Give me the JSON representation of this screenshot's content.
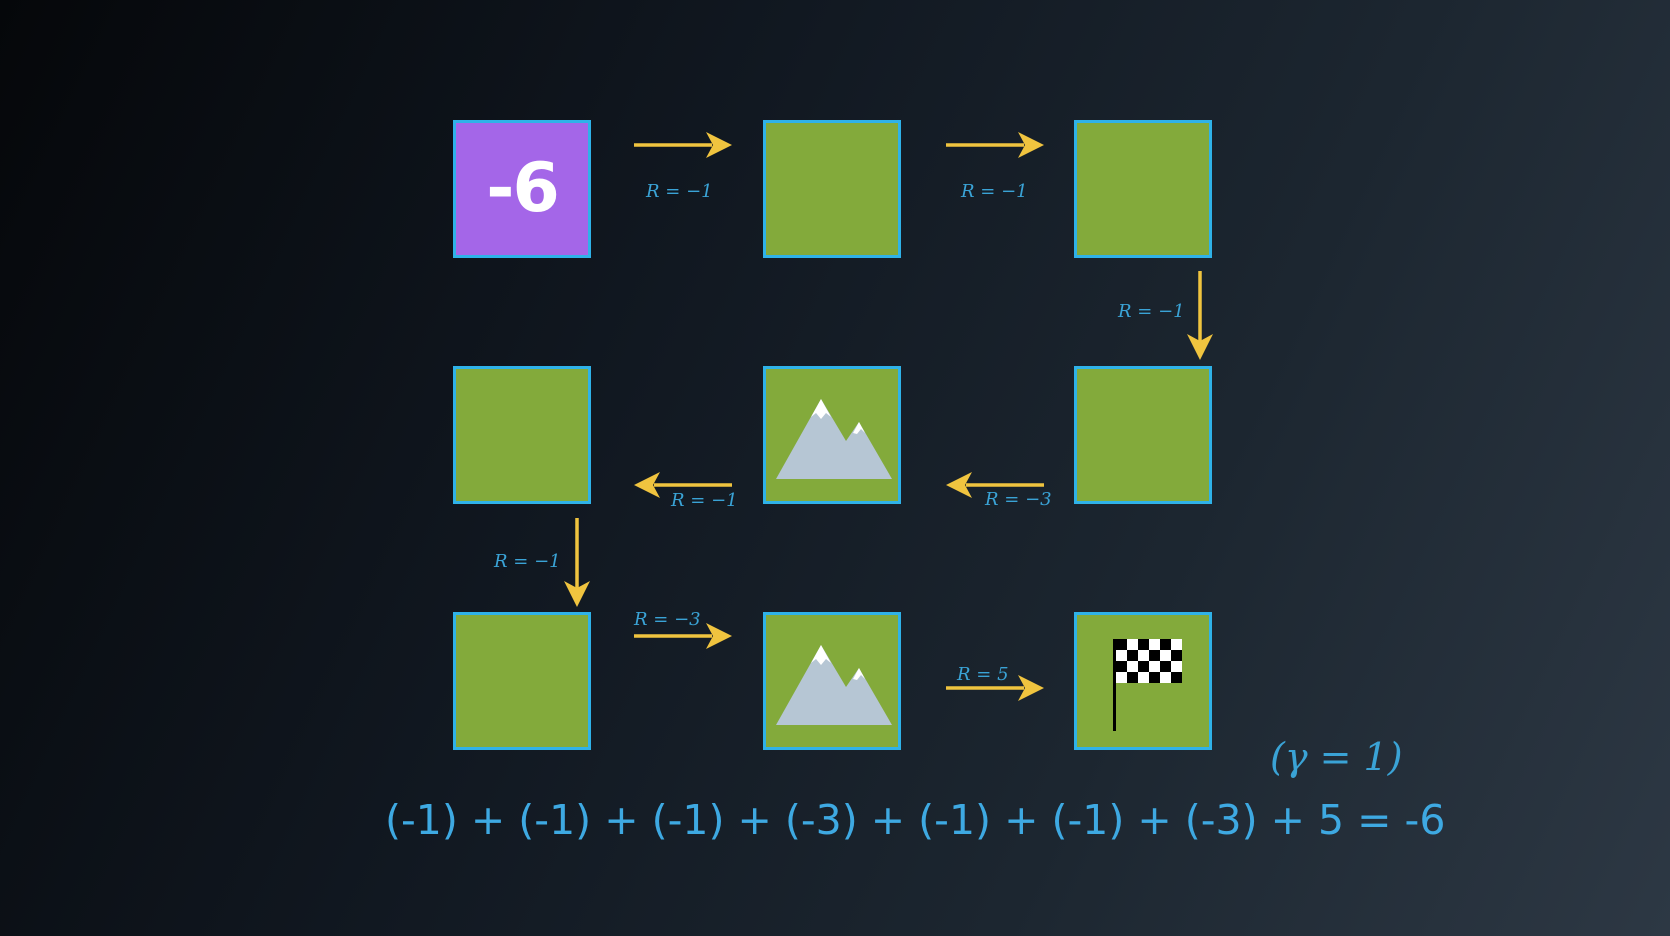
{
  "diagram": {
    "start_value": "-6",
    "rewards": {
      "a1": "R = −1",
      "a2": "R = −1",
      "a3": "R = −1",
      "a4": "R = −3",
      "a5": "R = −1",
      "a6": "R = −1",
      "a7": "R = −3",
      "a8": "R = 5"
    },
    "gamma": "(γ = 1)",
    "equation": "(-1) + (-1) + (-1) + (-3) + (-1) + (-1) + (-3) + 5 = -6"
  },
  "colors": {
    "cell_green": "#83aa3b",
    "cell_purple": "#a466e8",
    "cell_border": "#2fb2e8",
    "arrow": "#f0c43f",
    "text_blue": "#3ea9e2"
  },
  "icons": [
    "mountain-icon",
    "checkered-flag-icon",
    "arrow-icon"
  ]
}
